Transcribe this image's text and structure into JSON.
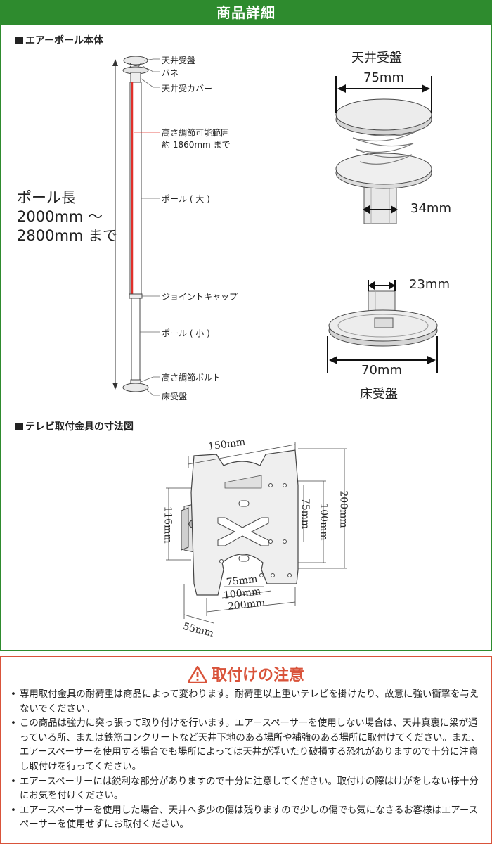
{
  "header": {
    "title": "商品詳細"
  },
  "pole_section": {
    "title": "エアーポール本体",
    "labels": {
      "ceiling_plate": "天井受盤",
      "spring": "バネ",
      "ceiling_cover": "天井受カバー",
      "adjust_range": "高さ調節可能範囲",
      "adjust_range_value": "約 1860mm まで",
      "pole_large": "ポール ( 大 )",
      "joint_cap": "ジョイントキャップ",
      "pole_small": "ポール ( 小 )",
      "adjust_bolt": "高さ調節ボルト",
      "floor_plate": "床受盤"
    },
    "pole_length": {
      "line1": "ポール長",
      "line2": "2000mm 〜",
      "line3": "2800mm まで"
    },
    "ceiling_detail": {
      "title": "天井受盤",
      "diameter": "75mm",
      "pole_width": "34mm"
    },
    "floor_detail": {
      "title": "床受盤",
      "diameter": "70mm",
      "bolt_width": "23mm"
    }
  },
  "bracket_section": {
    "title": "テレビ取付金具の寸法図",
    "dims": {
      "top_width": "150mm",
      "left_height": "116mm",
      "inner_height_75": "75mm",
      "inner_height_100": "100mm",
      "total_height": "200mm",
      "bottom_75": "75mm",
      "bottom_100": "100mm",
      "bottom_200": "200mm",
      "depth": "55mm"
    }
  },
  "caution": {
    "title": "取付けの注意",
    "items": [
      "専用取付金具の耐荷重は商品によって変わります。耐荷重以上重いテレビを掛けたり、故意に強い衝撃を与えないでください。",
      "この商品は強力に突っ張って取り付けを行います。エアースペーサーを使用しない場合は、天井真裏に梁が通っている所、または鉄筋コンクリートなど天井下地のある場所や補強のある場所に取付けてください。また、エアースペーサーを使用する場合でも場所によっては天井が浮いたり破損する恐れがありますので十分に注意し取付けを行ってください。",
      "エアースペーサーには鋭利な部分がありますので十分に注意してください。取付けの際はけがをしない様十分にお気を付けください。",
      "エアースペーサーを使用した場合、天井へ多少の傷は残りますので少しの傷でも気になさるお客様はエアースペーサーを使用せずにお取付ください。"
    ]
  },
  "colors": {
    "header_green": "#2e8b2e",
    "caution_red": "#d9533a",
    "range_red": "#e0302a"
  }
}
